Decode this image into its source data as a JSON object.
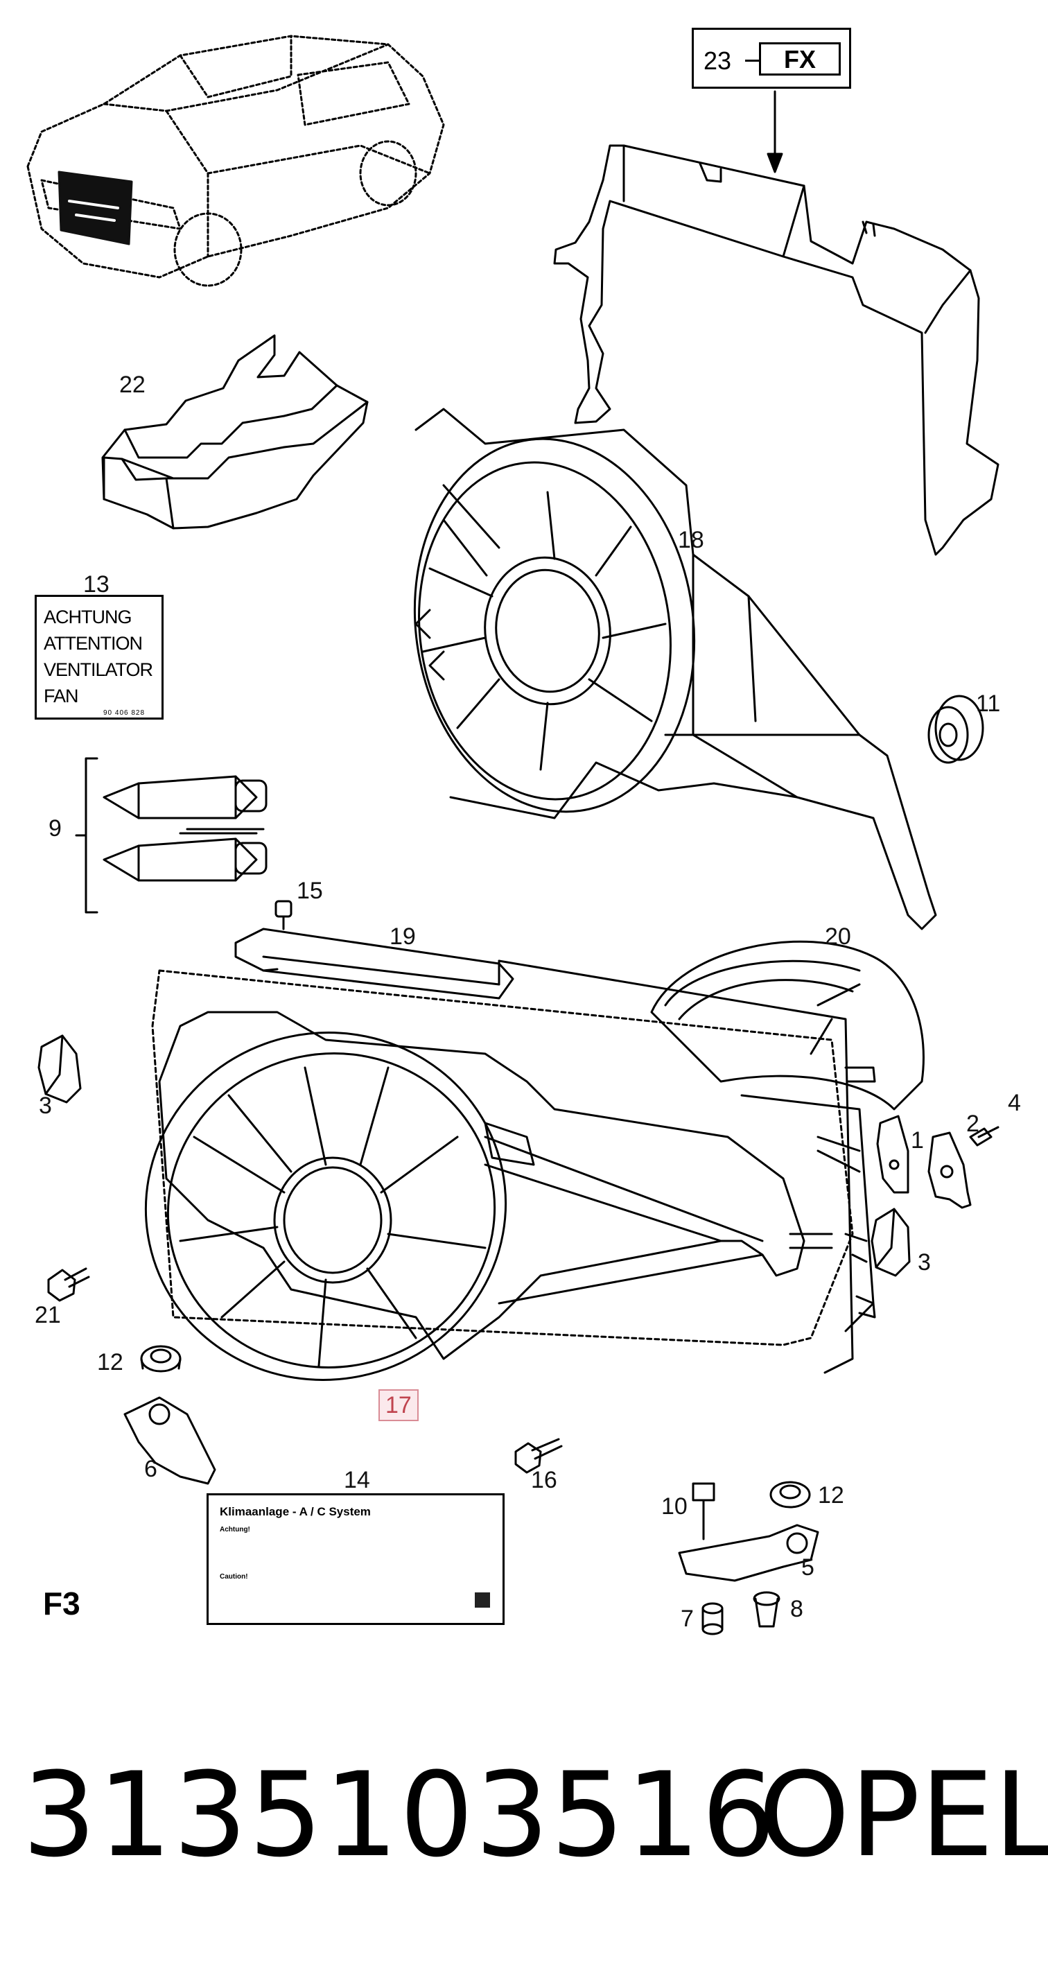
{
  "header_tag": {
    "number": "23",
    "code": "FX"
  },
  "warning_label": {
    "number": "13",
    "lines": [
      "ACHTUNG",
      "ATTENTION",
      "VENTILATOR",
      "FAN"
    ],
    "code": "90 406 828"
  },
  "ac_label": {
    "number": "14",
    "title": "Klimaanlage - A / C System",
    "row1": "Achtung!",
    "row2": "Caution!"
  },
  "callouts": {
    "p1": "1",
    "p2": "2",
    "p3a": "3",
    "p3b": "3",
    "p4": "4",
    "p5": "5",
    "p6": "6",
    "p7": "7",
    "p8": "8",
    "p9": "9",
    "p10": "10",
    "p11": "11",
    "p12a": "12",
    "p12b": "12",
    "p15": "15",
    "p16": "16",
    "p17": "17",
    "p18": "18",
    "p19": "19",
    "p20": "20",
    "p21": "21",
    "p22": "22"
  },
  "section_code": "F3",
  "part_number": "3135103516",
  "brand": "OPEL"
}
